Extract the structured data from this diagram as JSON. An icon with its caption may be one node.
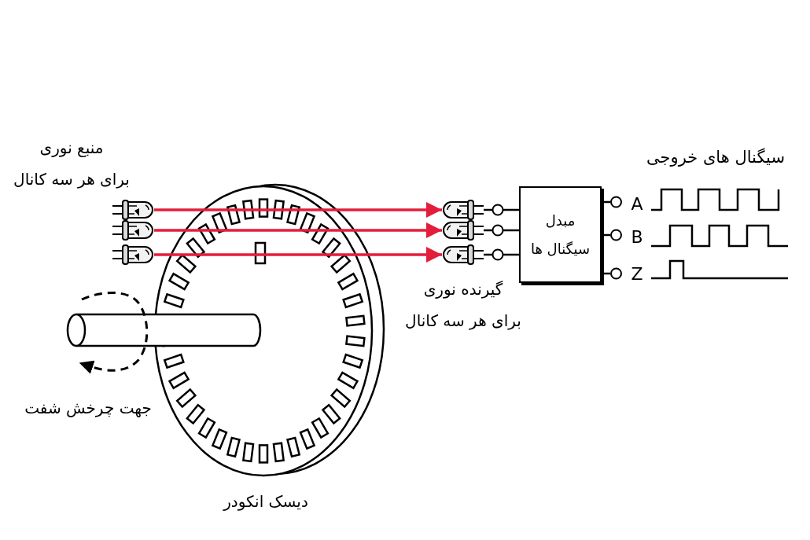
{
  "diagram": {
    "nodes": [
      {
        "text": [],
        "shape": "picture"
      },
      {
        "text": [],
        "shape": "picture"
      },
      {
        "text": [],
        "shape": "picture"
      },
      {
        "text": [],
        "shape": "picture"
      },
      {
        "text": [],
        "shape": "picture"
      },
      {
        "text": [],
        "shape": "picture"
      },
      {
        "text": [
          "مبدل سیگنال ها"
        ]
      }
    ],
    "edges": [
      {
        "from": 0,
        "to": 3,
        "arrow": "to",
        "color": "#e31e3c"
      },
      {
        "from": 1,
        "to": 4,
        "arrow": "to",
        "color": "#e31e3c"
      },
      {
        "from": 2,
        "to": 5,
        "arrow": "to",
        "color": "#e31e3c"
      },
      {
        "from": 3,
        "to": 6,
        "arrow": "other"
      },
      {
        "from": 4,
        "to": 6,
        "arrow": "other"
      },
      {
        "from": 5,
        "to": 6,
        "arrow": "other"
      },
      {
        "from": 6,
        "to": null,
        "arrow": "other"
      },
      {
        "from": 6,
        "to": null,
        "arrow": "other"
      },
      {
        "from": 6,
        "to": null,
        "arrow": "other"
      }
    ],
    "labels": [
      "منبع نوری برای هر سه کانال",
      "سیگنال های خروجی",
      "A",
      "B",
      "Z",
      "گیرنده نوری برای هر سه کانال",
      "جهت چرخش شفت",
      "دیسک انکودر"
    ]
  }
}
